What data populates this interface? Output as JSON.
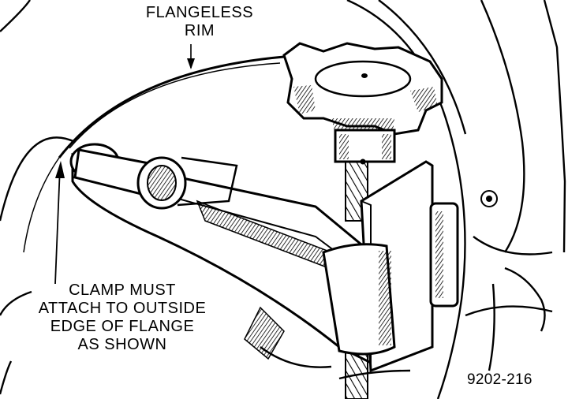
{
  "labels": {
    "rim": [
      "FLANGELESS",
      "RIM"
    ],
    "clamp": [
      "CLAMP MUST",
      "ATTACH TO OUTSIDE",
      "EDGE OF FLANGE",
      "AS SHOWN"
    ],
    "figure_number": "9202-216"
  },
  "colors": {
    "ink": "#000000",
    "paper": "#ffffff"
  }
}
